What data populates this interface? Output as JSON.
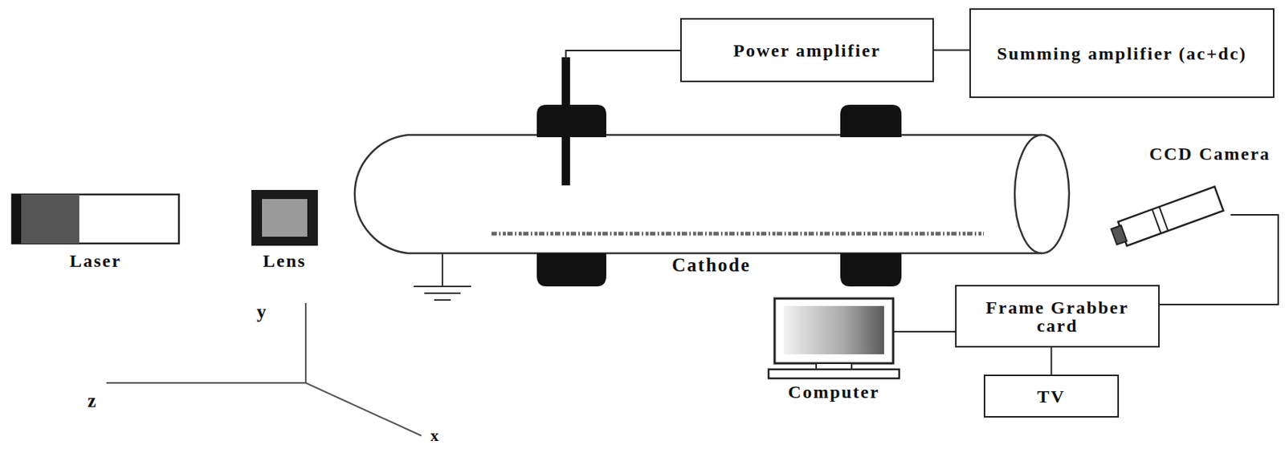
{
  "diagram": {
    "nodes": [
      {
        "text": [
          "Power amplifier"
        ]
      },
      {
        "text": [
          "Summing amplifier (ac+dc)"
        ]
      },
      {
        "text": [
          "Laser"
        ]
      },
      {
        "text": [
          "Lens"
        ]
      },
      {
        "text": [
          "CCD Camera"
        ]
      },
      {
        "text": [
          "Computer"
        ]
      },
      {
        "text": [
          "Frame Grabber card"
        ]
      },
      {
        "text": [
          "TV"
        ]
      }
    ],
    "edges": [
      {
        "from": 0,
        "to": 1,
        "arrow": "none"
      },
      {
        "from": 4,
        "to": 6,
        "arrow": "none"
      },
      {
        "from": 6,
        "to": 5,
        "arrow": "none"
      },
      {
        "from": 6,
        "to": 7,
        "arrow": "none"
      }
    ],
    "labels": [
      "Cathode",
      "y",
      "z",
      "x"
    ]
  }
}
